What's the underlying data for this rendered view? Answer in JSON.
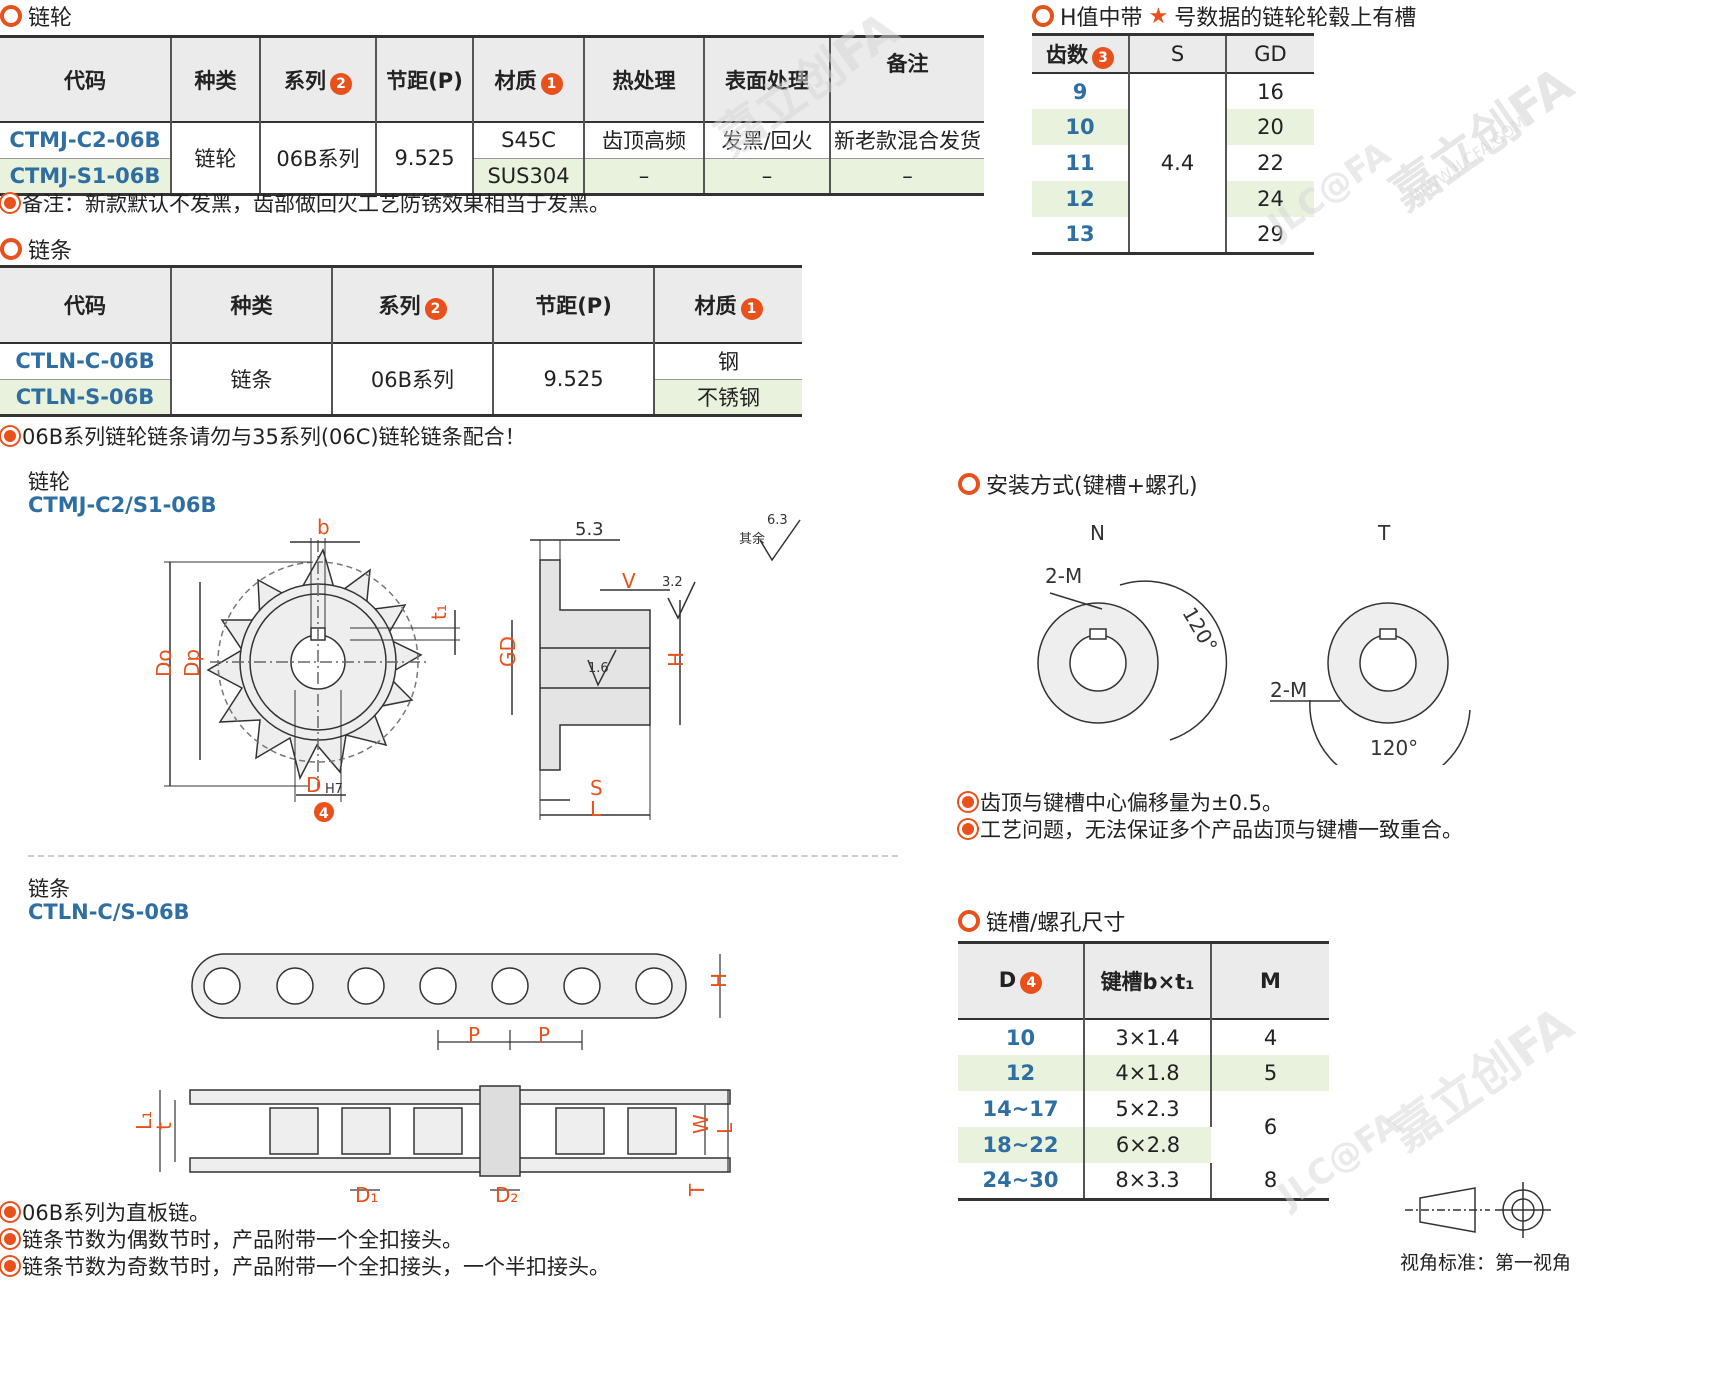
{
  "sprocket_section": {
    "title": "链轮",
    "headers": [
      "代码",
      "种类",
      "系列",
      "节距(P)",
      "材质",
      "热处理",
      "表面处理",
      "备注"
    ],
    "header_badges": {
      "series": "2",
      "material": "1"
    },
    "rows": [
      {
        "code": "CTMJ-C2-06B",
        "kind": "链轮",
        "series": "06B系列",
        "pitch": "9.525",
        "material": "S45C",
        "heat": "齿顶高频",
        "surface": "发黑/回火",
        "remark": "新老款混合发货"
      },
      {
        "code": "CTMJ-S1-06B",
        "material": "SUS304",
        "heat": "–",
        "surface": "–",
        "remark": "–"
      }
    ],
    "note": "备注：新款默认不发黑，齿部做回火工艺防锈效果相当于发黑。"
  },
  "chain_section": {
    "title": "链条",
    "headers": [
      "代码",
      "种类",
      "系列",
      "节距(P)",
      "材质"
    ],
    "rows": [
      {
        "code": "CTLN-C-06B",
        "kind": "链条",
        "series": "06B系列",
        "pitch": "9.525",
        "material": "钢"
      },
      {
        "code": "CTLN-S-06B",
        "material": "不锈钢"
      }
    ],
    "note": "06B系列链轮链条请勿与35系列(06C)链轮链条配合！"
  },
  "hub_section": {
    "title_prefix": "H值中带",
    "star": "★",
    "title_suffix": "号数据的链轮轮毂上有槽",
    "headers": [
      "齿数",
      "S",
      "GD"
    ],
    "teeth_badge": "3",
    "rows": [
      {
        "teeth": "9",
        "gd": "16"
      },
      {
        "teeth": "10",
        "gd": "20"
      },
      {
        "teeth": "11",
        "gd": "22"
      },
      {
        "teeth": "12",
        "gd": "24"
      },
      {
        "teeth": "13",
        "gd": "29"
      }
    ],
    "s_value": "4.4"
  },
  "sprocket_drawing": {
    "label": "链轮",
    "code": "CTMJ-C2/S1-06B",
    "dims": {
      "b": "b",
      "t1": "t₁",
      "Do": "Do",
      "Dp": "Dp",
      "D": "D",
      "H7": "H7",
      "badge": "4",
      "w53": "5.3",
      "V": "V",
      "GD": "GD",
      "H": "H",
      "S": "S",
      "L": "L",
      "r16": "1.6",
      "r32": "3.2",
      "r63": "6.3",
      "rest": "其余"
    }
  },
  "install_section": {
    "title": "安装方式(键槽+螺孔)",
    "N": "N",
    "T": "T",
    "hole": "2-M",
    "angle": "120°",
    "notes": [
      "齿顶与键槽中心偏移量为±0.5。",
      "工艺问题，无法保证多个产品齿顶与键槽一致重合。"
    ]
  },
  "chain_drawing": {
    "label": "链条",
    "code": "CTLN-C/S-06B",
    "dims": {
      "P": "P",
      "H": "H",
      "L1": "L₁",
      "t": "t",
      "W": "W",
      "L": "L",
      "D1": "D₁",
      "D2": "D₂",
      "T": "T"
    },
    "notes": [
      "06B系列为直板链。",
      "链条节数为偶数节时，产品附带一个全扣接头。",
      "链条节数为奇数节时，产品附带一个全扣接头，一个半扣接头。"
    ]
  },
  "keyway_section": {
    "title": "链槽/螺孔尺寸",
    "headers": [
      "D",
      "键槽b×t₁",
      "M"
    ],
    "d_badge": "4",
    "rows": [
      {
        "d": "10",
        "key": "3×1.4",
        "m": "4"
      },
      {
        "d": "12",
        "key": "4×1.8",
        "m": "5"
      },
      {
        "d": "14~17",
        "key": "5×2.3",
        "m": "6"
      },
      {
        "d": "18~22",
        "key": "6×2.8",
        "m": ""
      },
      {
        "d": "24~30",
        "key": "8×3.3",
        "m": "8"
      }
    ]
  },
  "view_standard": "视角标准：第一视角",
  "watermark": {
    "brand": "嘉立创FA",
    "url": "WWW.JLCFA.COM",
    "logo": "JLC@FA"
  },
  "colors": {
    "accent": "#e8511c",
    "code_blue": "#2f6ea0",
    "row_green": "#e9f2dd",
    "header_gray": "#ebebeb"
  }
}
